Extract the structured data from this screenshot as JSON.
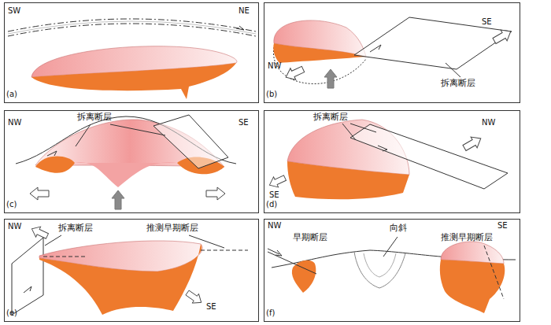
{
  "diagram": {
    "labels": [
      "SW",
      "NE",
      "(a)",
      "NW",
      "SE",
      "拆离断层",
      "(b)",
      "NW",
      "SE",
      "拆离断层",
      "(c)",
      "NW",
      "SE",
      "拆离断层",
      "(d)",
      "NW",
      "拆离断层",
      "推测早期断层",
      "SE",
      "(e)",
      "NW",
      "早期断层",
      "向斜",
      "推测早期断层",
      "SE",
      "(f)"
    ]
  }
}
